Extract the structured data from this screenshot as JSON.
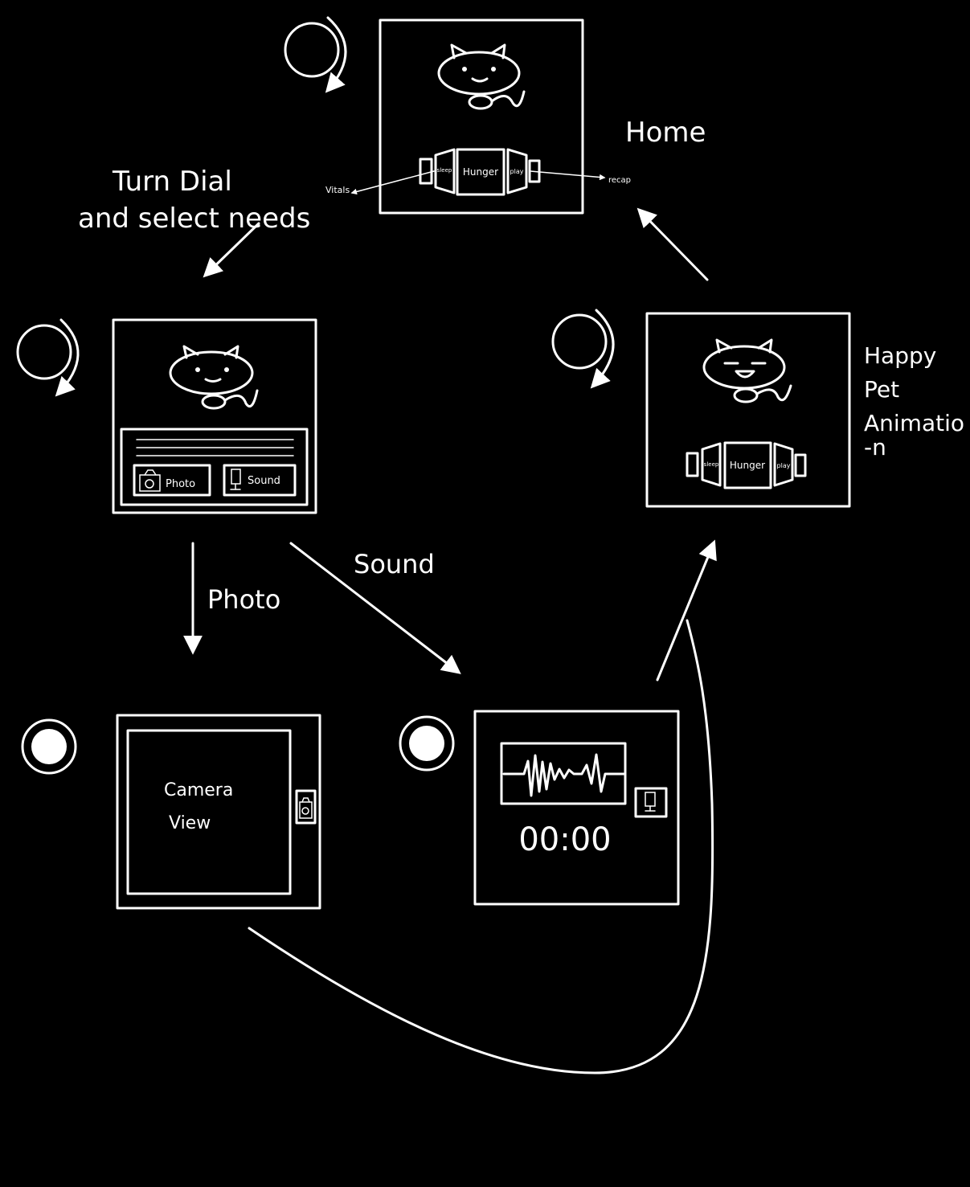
{
  "screens": {
    "home": {
      "label": "Home",
      "carousel": {
        "left_far": "sleep",
        "center": "Hunger",
        "right": "play"
      },
      "callout_left": "Vitals",
      "callout_right": "recap"
    },
    "needs": {
      "photo_button": "Photo",
      "sound_button": "Sound"
    },
    "happy": {
      "label_lines": [
        "Happy",
        "Pet",
        "Animatio",
        "-n"
      ],
      "carousel": {
        "left_far": "sleep",
        "center": "Hunger",
        "right": "play"
      }
    },
    "camera": {
      "text_line1": "Camera",
      "text_line2": "View"
    },
    "sound": {
      "timer": "00:00"
    }
  },
  "transitions": {
    "dial_line1": "Turn Dial",
    "dial_line2": "and select needs",
    "photo": "Photo",
    "sound": "Sound"
  },
  "colors": {
    "background": "#000000",
    "ink": "#ffffff"
  },
  "icons": [
    "dial-icon",
    "cat-icon",
    "camera-icon",
    "mic-icon",
    "record-button-icon"
  ]
}
